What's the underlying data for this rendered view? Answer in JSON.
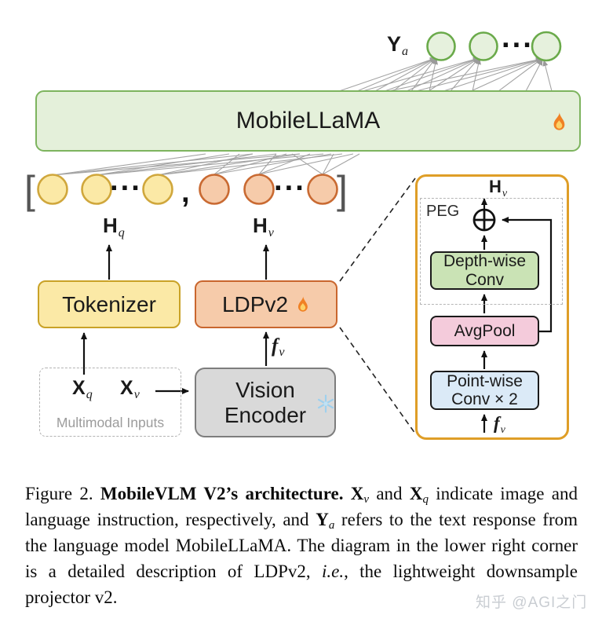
{
  "palette": {
    "llm_fill": "#e4f0da",
    "llm_border": "#7db45e",
    "output_token_fill": "#e6f1dd",
    "output_token_border": "#6aaa4a",
    "text_token_fill": "#fbe9a6",
    "text_token_border": "#d0a73c",
    "visual_token_fill": "#f6cbaa",
    "visual_token_border": "#c96a32",
    "vision_fill": "#d9d9d9",
    "vision_border": "#7d7d7d",
    "detail_panel_border": "#df9e27",
    "depthwise_fill": "#cae3b5",
    "avgpool_fill": "#f4cbdb",
    "pointwise_fill": "#dbeaf7",
    "attention_line": "#9a9a9a"
  },
  "diagram": {
    "output_label": {
      "base": "Y",
      "sub": "a"
    },
    "output_row": {
      "ellipsis": "···"
    },
    "llm_box": {
      "label": "MobileLLaMA",
      "icon": "flame-icon"
    },
    "token_row": {
      "open_bracket": "[",
      "ellipsis_text": "···",
      "comma": ",",
      "ellipsis_visual": "···",
      "close_bracket": "]"
    },
    "hq_label": {
      "base": "H",
      "sub": "q"
    },
    "hv_label": {
      "base": "H",
      "sub": "v"
    },
    "tokenizer_box": {
      "label": "Tokenizer"
    },
    "ldp_box": {
      "label": "LDPv2",
      "icon": "flame-icon"
    },
    "fv_label": {
      "base": "f",
      "sub": "v"
    },
    "multimodal_box": {
      "xq": {
        "base": "X",
        "sub": "q"
      },
      "xv": {
        "base": "X",
        "sub": "v"
      },
      "label": "Multimodal Inputs"
    },
    "vision_box": {
      "label_lines": [
        "Vision",
        "Encoder"
      ],
      "icon": "snowflake-icon"
    },
    "detail_panel": {
      "hv_label": {
        "base": "H",
        "sub": "v"
      },
      "peg_label": "PEG",
      "depthwise_box": {
        "label_lines": [
          "Depth-wise",
          "Conv"
        ]
      },
      "avgpool_box": {
        "label": "AvgPool"
      },
      "pointwise_box": {
        "label_lines": [
          "Point-wise",
          "Conv × 2"
        ]
      },
      "fv_label": {
        "base": "f",
        "sub": "v"
      }
    }
  },
  "caption": {
    "segments": [
      {
        "text": "Figure 2.  "
      },
      {
        "text": "MobileVLM V2’s architecture.  ",
        "style": "bold"
      },
      {
        "text": "X",
        "sub": "v",
        "style": "math"
      },
      {
        "text": " and "
      },
      {
        "text": "X",
        "sub": "q",
        "style": "math"
      },
      {
        "text": " indicate image and language instruction, respectively, and "
      },
      {
        "text": "Y",
        "sub": "a",
        "style": "math"
      },
      {
        "text": " refers to the text response from the language model MobileLLaMA. The diagram in the lower right corner is a detailed description of LDPv2, "
      },
      {
        "text": "i.e.",
        "style": "italic"
      },
      {
        "text": ", the lightweight downsample projector v2."
      }
    ]
  },
  "watermark": "知乎 @AGI之门"
}
